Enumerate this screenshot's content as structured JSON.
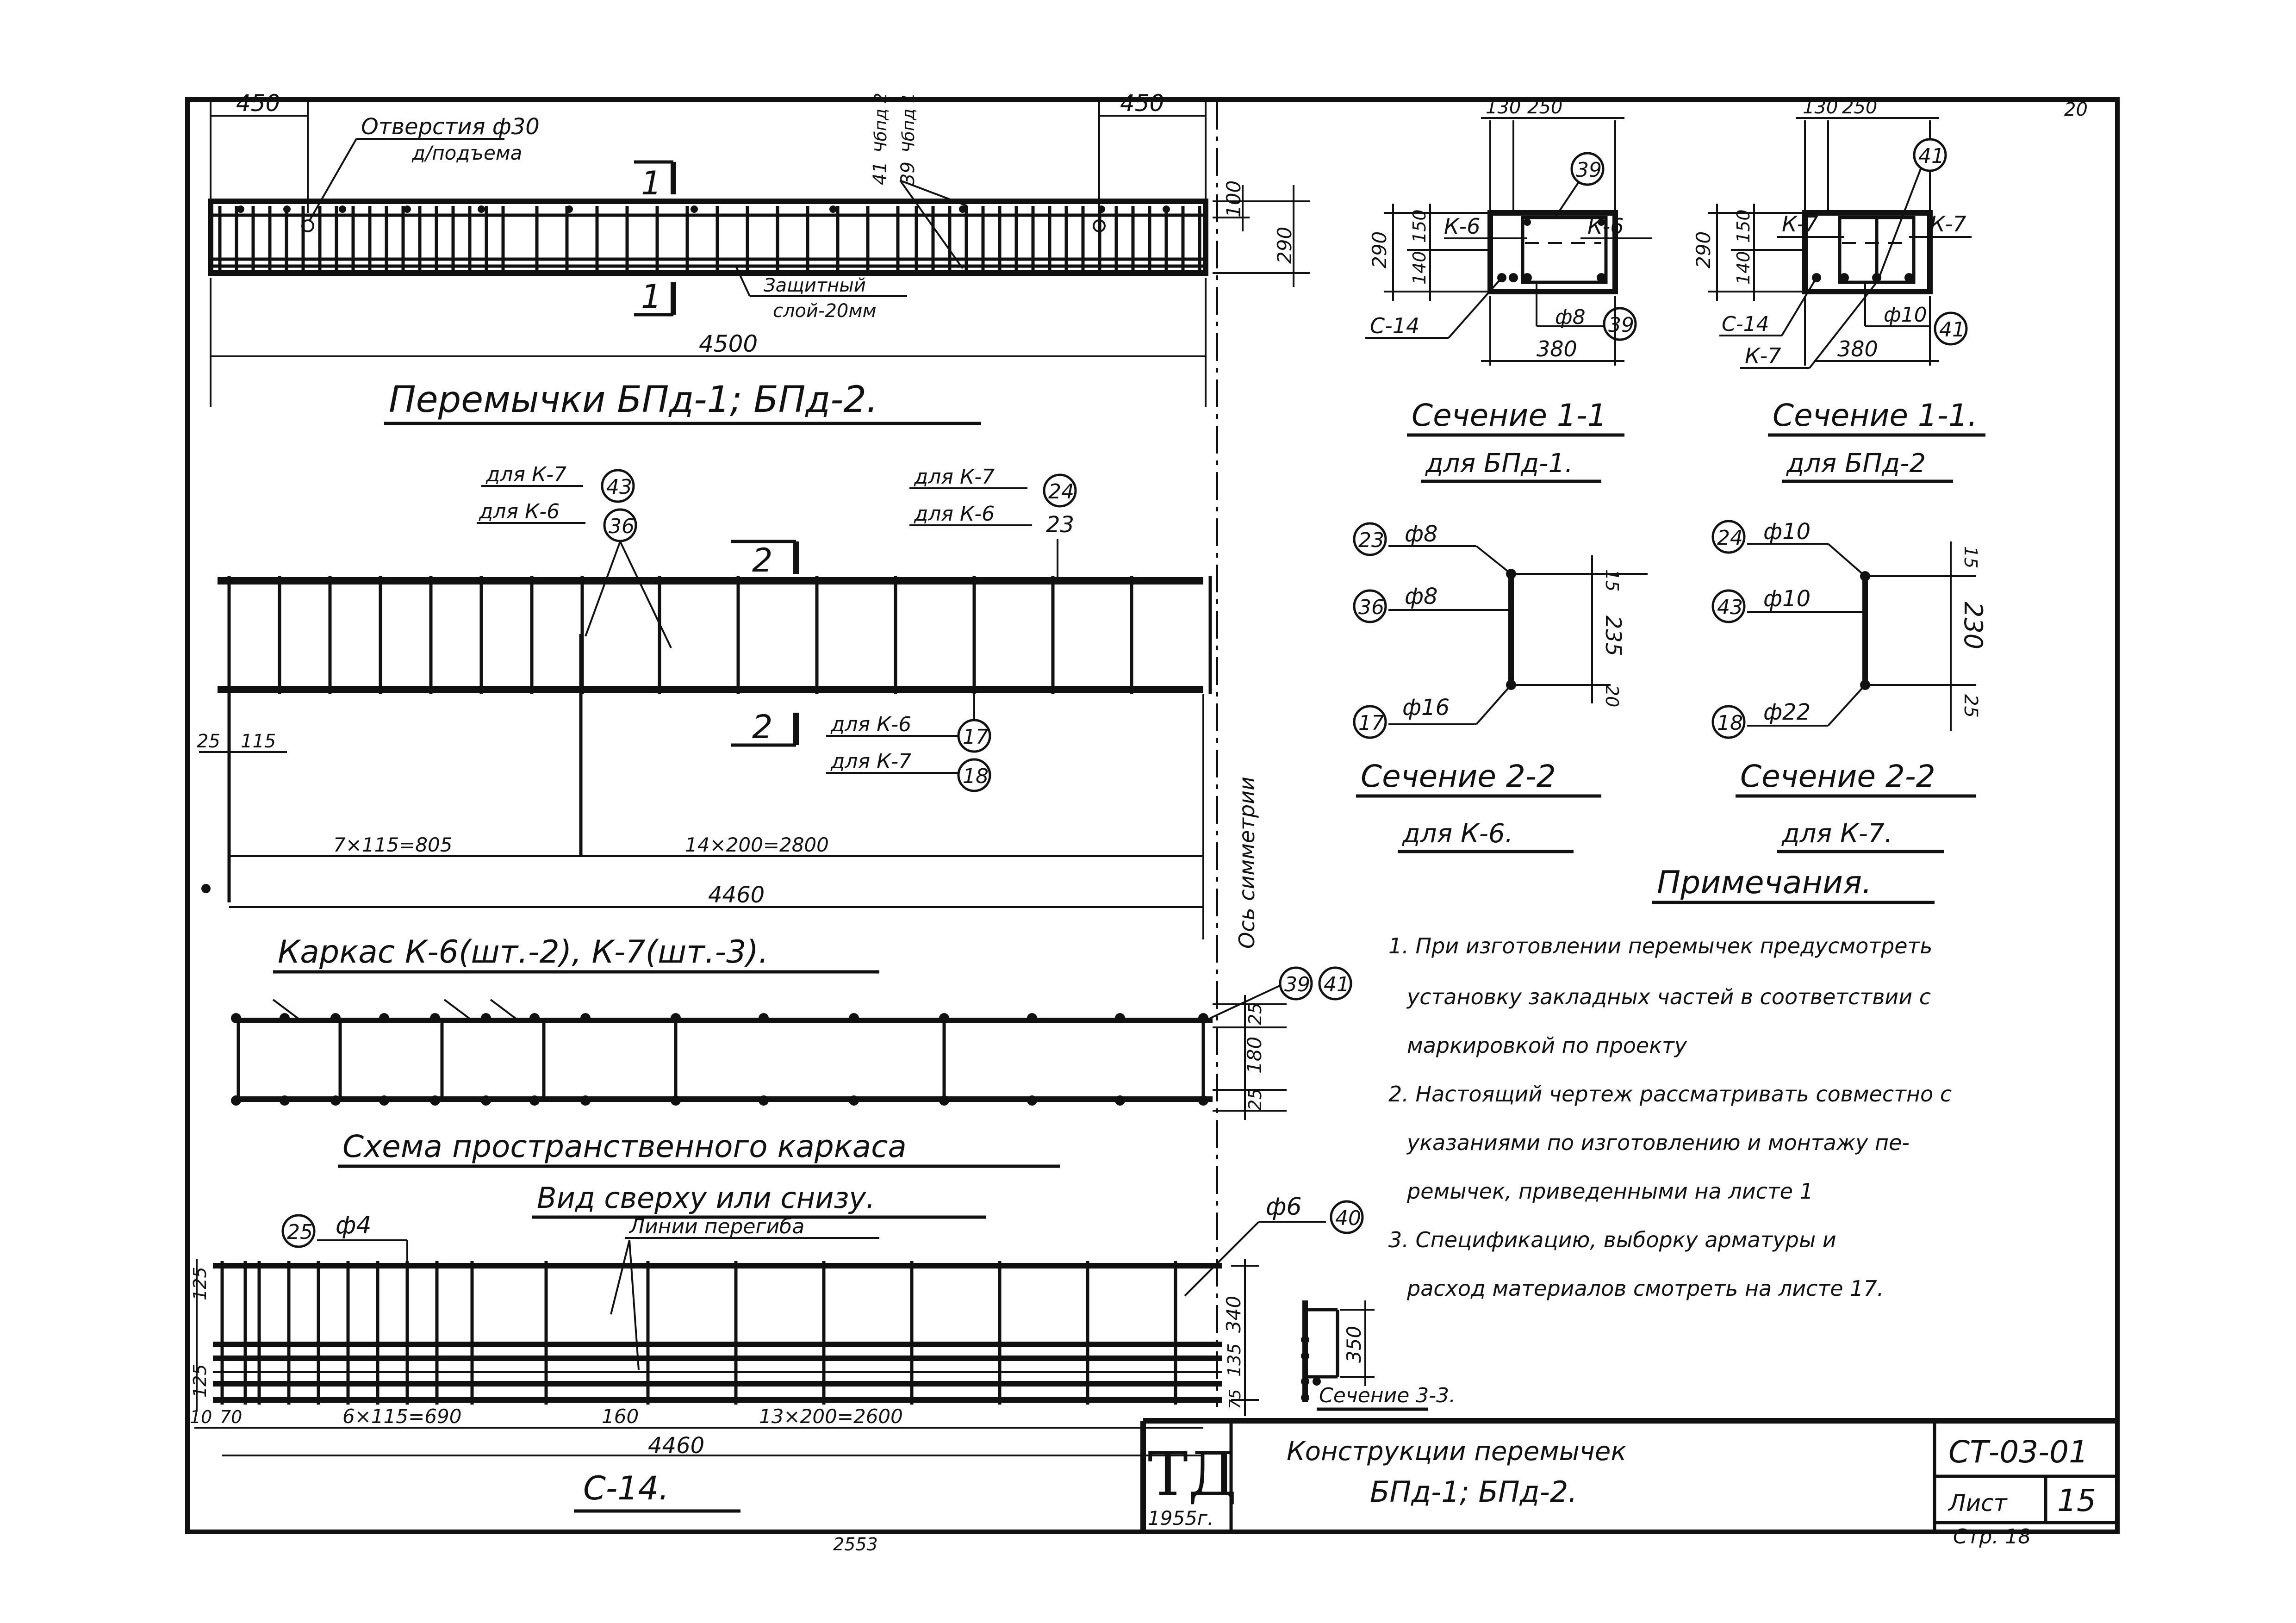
{
  "sheet_number_top": "20",
  "elevation": {
    "dim_left": "450",
    "dim_right": "450",
    "hole_label_1": "Отверстия ф30",
    "hole_label_2": "д/подъема",
    "tag_1": "41",
    "tag_1_note": "Чбпд 2",
    "tag_2": "39",
    "tag_2_note": "Чбпд 1",
    "section_mark": "1",
    "cover_label_1": "Защитный",
    "cover_label_2": "слой-20мм",
    "dim_length": "4500",
    "dim_100": "100",
    "dim_290": "290"
  },
  "title_lintels": "Перемычки БПд-1; БПд-2.",
  "sec11_a": {
    "dim_top_1": "130",
    "dim_top_2": "250",
    "k_left": "К-6",
    "k_right": "К-6",
    "c_label": "С-14",
    "bar_label": "ф8",
    "bubble": "39",
    "dim_width": "380",
    "dim_h": "290",
    "dim_150": "150",
    "dim_140": "140",
    "title": "Сечение 1-1",
    "subtitle": "для БПд-1."
  },
  "sec11_b": {
    "dim_top_1": "130",
    "dim_top_2": "250",
    "k_left": "К-7",
    "k_right": "К-7",
    "k_bottom": "К-7",
    "c_label": "С-14",
    "bar_label": "ф10",
    "bubble": "41",
    "dim_width": "380",
    "dim_h": "290",
    "dim_150": "150",
    "dim_140": "140",
    "title": "Сечение 1-1.",
    "subtitle": "для БПд-2"
  },
  "frame": {
    "for_k7": "для К-7",
    "for_k6": "для К-6",
    "bub_43": "43",
    "bub_36": "36",
    "bub_24": "24",
    "bub_23": "23",
    "bub_17": "17",
    "bub_18": "18",
    "section_mark": "2",
    "dim_25": "25",
    "dim_115": "115",
    "dim_a": "7×115=805",
    "dim_b": "14×200=2800",
    "dim_total": "4460",
    "sym_axis": "Ось симметрии"
  },
  "sec22_a": {
    "bub_23": "23",
    "bub_36": "36",
    "bub_17": "17",
    "bar_23": "ф8",
    "bar_36": "ф8",
    "bar_17": "ф16",
    "dim_15": "15",
    "dim_235": "235",
    "dim_20": "20",
    "title": "Сечение 2-2",
    "subtitle": "для К-6."
  },
  "sec22_b": {
    "bub_24": "24",
    "bub_43": "43",
    "bub_18": "18",
    "bar_24": "ф10",
    "bar_43": "ф10",
    "bar_18": "ф22",
    "dim_15": "15",
    "dim_230": "230",
    "dim_25": "25",
    "title": "Сечение 2-2",
    "subtitle": "для К-7."
  },
  "frame_title": "Каркас К-6(шт.-2), К-7(шт.-3).",
  "scheme": {
    "bub_39": "39",
    "bub_41": "41",
    "dim_25a": "25",
    "dim_180": "180",
    "dim_25b": "25",
    "title_1": "Схема пространственного каркаса",
    "title_2": "Вид сверху или снизу."
  },
  "mesh": {
    "bub_25": "25",
    "bar_25": "ф4",
    "bend_lines": "Линии перегиба",
    "bar_40": "ф6",
    "bub_40": "40",
    "dim_125a": "125",
    "dim_125b": "125",
    "dim_10": "10",
    "dim_70": "70",
    "dim_a": "6×115=690",
    "dim_160": "160",
    "dim_b": "13×200=2600",
    "dim_total": "4460",
    "dim_340": "340",
    "dim_135": "135",
    "dim_75": "75",
    "title": "С-14."
  },
  "sec33": {
    "dim_350": "350",
    "title": "Сечение 3-3."
  },
  "notes": {
    "heading": "Примечания.",
    "lines": [
      "1. При изготовлении перемычек предусмотреть",
      "установку закладных частей в соответствии с",
      "маркировкой по проекту",
      "2. Настоящий чертеж рассматривать совместно с",
      "указаниями по изготовлению и монтажу пе-",
      "ремычек, приведенными на листе 1",
      "3. Спецификацию, выборку арматуры и",
      "расход материалов смотреть на листе 17."
    ]
  },
  "titleblock": {
    "logo": "ТД",
    "year": "1955г.",
    "title_1": "Конструкции перемычек",
    "title_2": "БПд-1; БПд-2.",
    "code": "СТ-03-01",
    "sheet_label": "Лист",
    "sheet_value": "15",
    "page_label": "Стр. 18"
  },
  "bottom_number": "2553"
}
